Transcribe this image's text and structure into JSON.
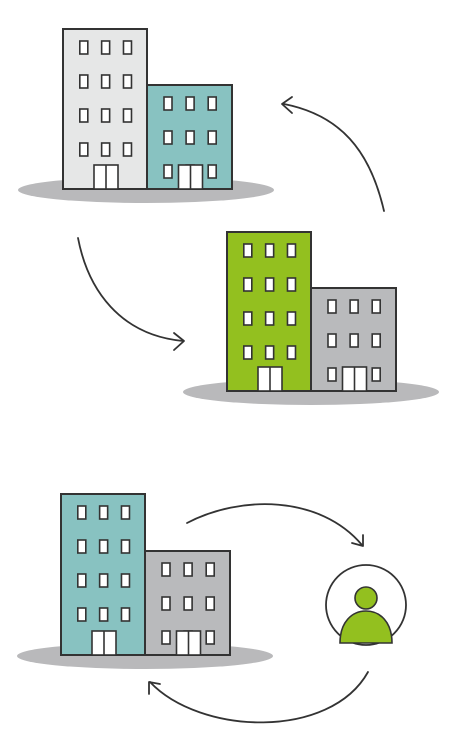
{
  "colors": {
    "outline": "#333333",
    "ground": "#b9b9bb",
    "light_gray": "#e6e7e7",
    "teal": "#88c2c1",
    "green": "#93c01f",
    "gray": "#b9babc",
    "window": "#ffffff",
    "arrow": "#333333"
  },
  "groups": [
    {
      "name": "top-left-complex",
      "tall_building": {
        "color_key": "light_gray",
        "floors": 4,
        "columns": 3
      },
      "short_building": {
        "color_key": "teal",
        "floors": 3,
        "columns": 3
      }
    },
    {
      "name": "middle-right-complex",
      "tall_building": {
        "color_key": "green",
        "floors": 4,
        "columns": 3
      },
      "short_building": {
        "color_key": "gray",
        "floors": 3,
        "columns": 3
      }
    },
    {
      "name": "bottom-left-complex",
      "tall_building": {
        "color_key": "teal",
        "floors": 4,
        "columns": 3
      },
      "short_building": {
        "color_key": "gray",
        "floors": 3,
        "columns": 3
      }
    }
  ],
  "person": {
    "icon": "person-icon",
    "color_key": "green"
  },
  "arrows": [
    {
      "name": "arrow-middle-to-top",
      "icon": "curved-arrow-icon"
    },
    {
      "name": "arrow-top-to-middle",
      "icon": "curved-arrow-icon"
    },
    {
      "name": "arrow-bottom-to-person",
      "icon": "curved-arrow-icon"
    },
    {
      "name": "arrow-person-to-bottom",
      "icon": "curved-arrow-icon"
    }
  ]
}
